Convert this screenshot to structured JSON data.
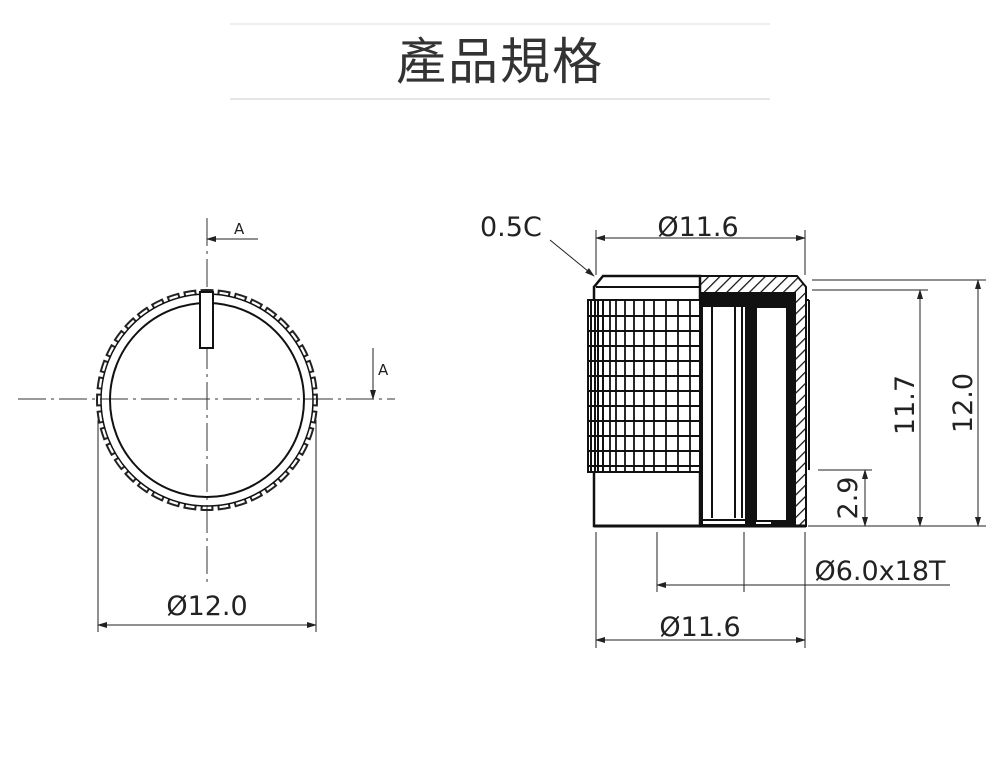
{
  "title": "產品規格",
  "front_view": {
    "section_label_top": "A",
    "section_label_side": "A",
    "diameter": "Ø12.0",
    "knurl_teeth": 40
  },
  "side_view": {
    "chamfer": "0.5C",
    "top_diameter": "Ø11.6",
    "height_inner": "11.7",
    "height_total": "12.0",
    "skirt_height": "2.9",
    "shaft_bore": "Ø6.0x18T",
    "bottom_diameter": "Ø11.6"
  }
}
